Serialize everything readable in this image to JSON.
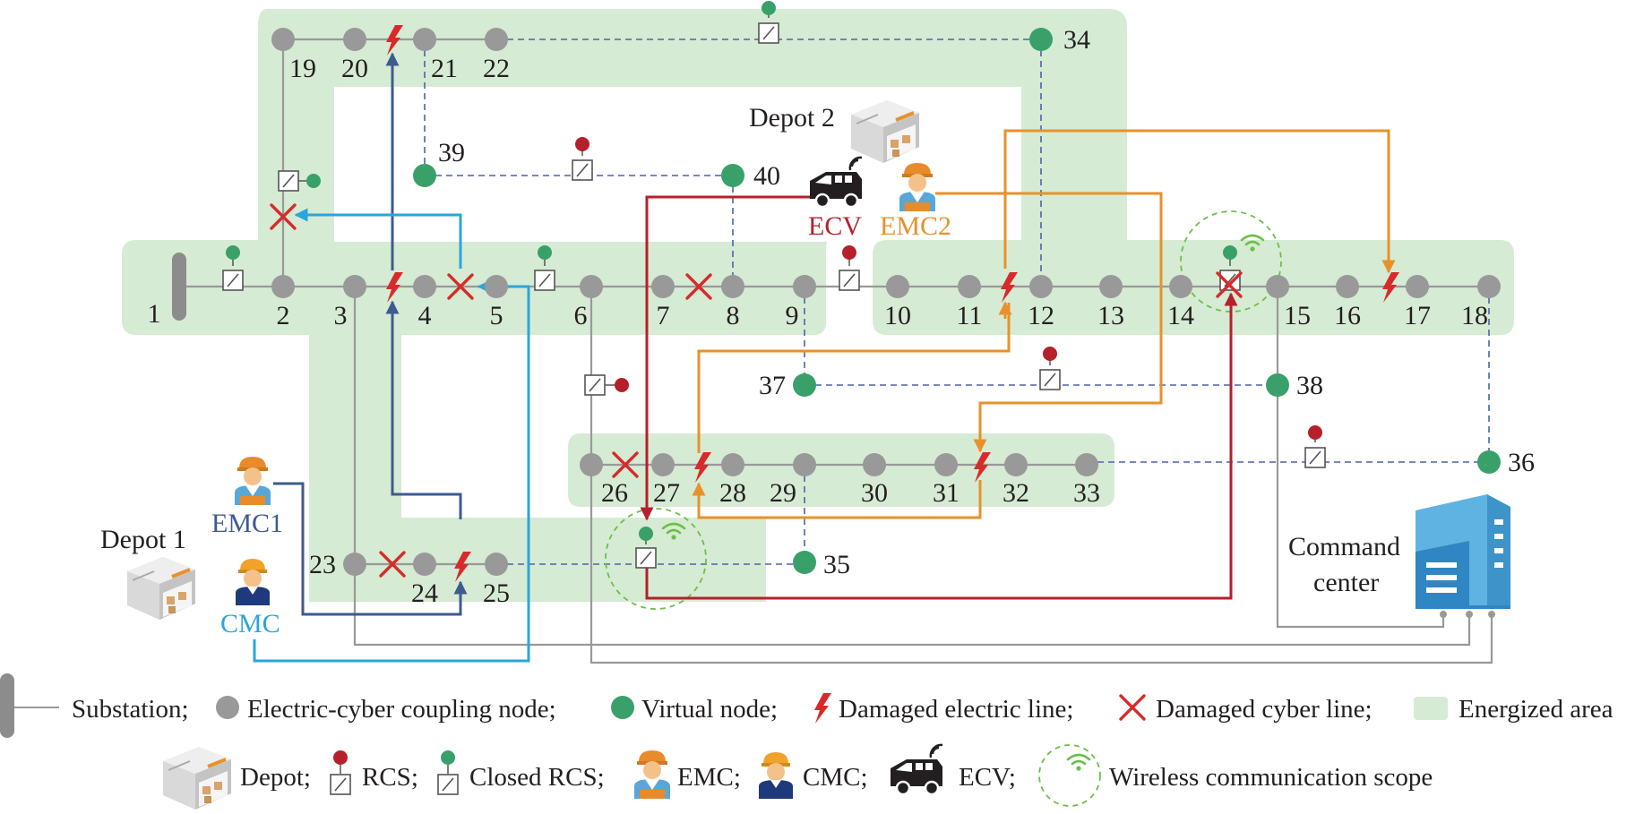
{
  "nodes": [
    {
      "id": "1",
      "label": "1",
      "type": "substation"
    },
    {
      "id": "2",
      "label": "2",
      "type": "coupling"
    },
    {
      "id": "3",
      "label": "3",
      "type": "coupling"
    },
    {
      "id": "4",
      "label": "4",
      "type": "coupling"
    },
    {
      "id": "5",
      "label": "5",
      "type": "coupling"
    },
    {
      "id": "6",
      "label": "6",
      "type": "coupling"
    },
    {
      "id": "7",
      "label": "7",
      "type": "coupling"
    },
    {
      "id": "8",
      "label": "8",
      "type": "coupling"
    },
    {
      "id": "9",
      "label": "9",
      "type": "coupling"
    },
    {
      "id": "10",
      "label": "10",
      "type": "coupling"
    },
    {
      "id": "11",
      "label": "11",
      "type": "coupling"
    },
    {
      "id": "12",
      "label": "12",
      "type": "coupling"
    },
    {
      "id": "13",
      "label": "13",
      "type": "coupling"
    },
    {
      "id": "14",
      "label": "14",
      "type": "coupling"
    },
    {
      "id": "15",
      "label": "15",
      "type": "coupling"
    },
    {
      "id": "16",
      "label": "16",
      "type": "coupling"
    },
    {
      "id": "17",
      "label": "17",
      "type": "coupling"
    },
    {
      "id": "18",
      "label": "18",
      "type": "coupling"
    },
    {
      "id": "19",
      "label": "19",
      "type": "coupling"
    },
    {
      "id": "20",
      "label": "20",
      "type": "coupling"
    },
    {
      "id": "21",
      "label": "21",
      "type": "coupling"
    },
    {
      "id": "22",
      "label": "22",
      "type": "coupling"
    },
    {
      "id": "23",
      "label": "23",
      "type": "coupling"
    },
    {
      "id": "24",
      "label": "24",
      "type": "coupling"
    },
    {
      "id": "25",
      "label": "25",
      "type": "coupling"
    },
    {
      "id": "26",
      "label": "26",
      "type": "coupling"
    },
    {
      "id": "27",
      "label": "27",
      "type": "coupling"
    },
    {
      "id": "28",
      "label": "28",
      "type": "coupling"
    },
    {
      "id": "29",
      "label": "29",
      "type": "coupling"
    },
    {
      "id": "30",
      "label": "30",
      "type": "coupling"
    },
    {
      "id": "31",
      "label": "31",
      "type": "coupling"
    },
    {
      "id": "32",
      "label": "32",
      "type": "coupling"
    },
    {
      "id": "33",
      "label": "33",
      "type": "coupling"
    },
    {
      "id": "34",
      "label": "34",
      "type": "virtual"
    },
    {
      "id": "35",
      "label": "35",
      "type": "virtual"
    },
    {
      "id": "36",
      "label": "36",
      "type": "virtual"
    },
    {
      "id": "37",
      "label": "37",
      "type": "virtual"
    },
    {
      "id": "38",
      "label": "38",
      "type": "virtual"
    },
    {
      "id": "39",
      "label": "39",
      "type": "virtual"
    },
    {
      "id": "40",
      "label": "40",
      "type": "virtual"
    }
  ],
  "labels": {
    "depot1": "Depot 1",
    "depot2": "Depot 2",
    "ecv": "ECV",
    "emc1": "EMC1",
    "emc2": "EMC2",
    "cmc": "CMC",
    "command_center_line1": "Command",
    "command_center_line2": "center"
  },
  "legend": {
    "substation": "Substation;",
    "coupling_node": "Electric-cyber coupling node;",
    "virtual_node": "Virtual node;",
    "damaged_electric": "Damaged electric line;",
    "damaged_cyber": "Damaged cyber line;",
    "energized_area": "Energized area",
    "depot": "Depot;",
    "rcs": "RCS;",
    "closed_rcs": "Closed RCS;",
    "emc": "EMC;",
    "cmc": "CMC;",
    "ecv": "ECV;",
    "wireless": "Wireless communication scope"
  },
  "colors": {
    "energized": "#d6ebd3",
    "coupling_node": "#999999",
    "virtual_node": "#3aa06a",
    "damage": "#d72b2b",
    "ecv_route": "#b5202b",
    "emc1_route": "#3d5b8f",
    "emc2_route": "#e8912b",
    "cmc_route": "#2aa5dd",
    "cyber_line": "#4a64a8",
    "rcs_open": "#b5202b",
    "rcs_closed": "#3aa06a",
    "wireless": "#6cbf4a"
  }
}
